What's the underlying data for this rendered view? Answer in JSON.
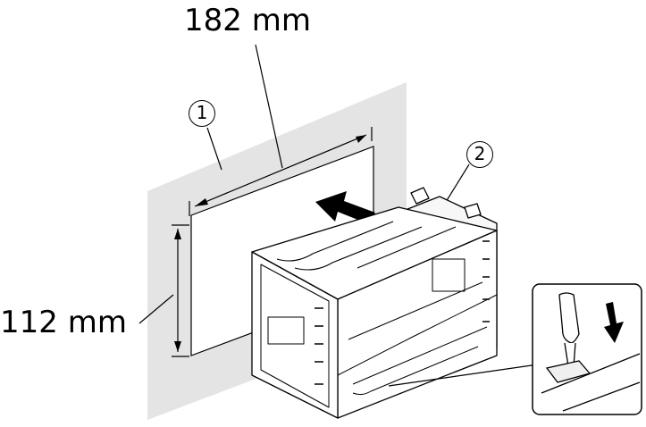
{
  "labels": {
    "width": "182 mm",
    "height": "112 mm"
  },
  "callouts": {
    "first": "1",
    "second": "2"
  },
  "colors": {
    "panel": "#e4e4e4",
    "line": "#000000",
    "background": "#ffffff"
  },
  "icons": {
    "insert-direction": "arrow-left-up-icon",
    "press-direction": "arrow-down-icon",
    "tool": "screwdriver-icon"
  }
}
